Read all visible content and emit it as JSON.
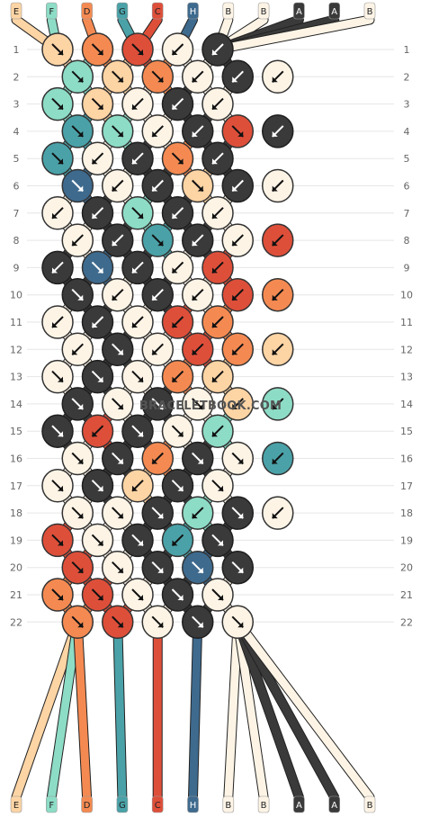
{
  "title": "",
  "watermark": "BRACELETBOOK.COM",
  "colors": {
    "E": "#fdd4a4",
    "F": "#8ddcc6",
    "D": "#f48a52",
    "G": "#4aa2a8",
    "C": "#de4f3a",
    "H": "#3e6a8e",
    "B": "#fdf4e6",
    "A": "#3a3a3a"
  },
  "strings_top": [
    "E",
    "F",
    "D",
    "G",
    "C",
    "H",
    "B",
    "B",
    "A",
    "A",
    "B"
  ],
  "strings_bottom": [
    "E",
    "F",
    "D",
    "G",
    "C",
    "H",
    "B",
    "B",
    "A",
    "A",
    "B"
  ],
  "row_labels": [
    "1",
    "2",
    "3",
    "4",
    "5",
    "6",
    "7",
    "8",
    "9",
    "10",
    "11",
    "12",
    "13",
    "14",
    "15",
    "16",
    "17",
    "18",
    "19",
    "20",
    "21",
    "22"
  ],
  "knots": [
    [
      {
        "c": "E",
        "d": "se"
      },
      {
        "c": "D",
        "d": "se"
      },
      {
        "c": "C",
        "d": "se"
      },
      {
        "c": "B",
        "d": "sw"
      },
      {
        "c": "A",
        "d": "sw"
      }
    ],
    [
      {
        "c": "F",
        "d": "se"
      },
      {
        "c": "E",
        "d": "se"
      },
      {
        "c": "D",
        "d": "se"
      },
      {
        "c": "B",
        "d": "sw"
      },
      {
        "c": "A",
        "d": "sw"
      },
      {
        "c": "B",
        "d": "sw"
      }
    ],
    [
      {
        "c": "F",
        "d": "se"
      },
      {
        "c": "E",
        "d": "se"
      },
      {
        "c": "B",
        "d": "sw"
      },
      {
        "c": "A",
        "d": "sw"
      },
      {
        "c": "B",
        "d": "sw"
      }
    ],
    [
      {
        "c": "G",
        "d": "se"
      },
      {
        "c": "F",
        "d": "se"
      },
      {
        "c": "B",
        "d": "sw"
      },
      {
        "c": "A",
        "d": "sw"
      },
      {
        "c": "C",
        "d": "se"
      },
      {
        "c": "A",
        "d": "sw"
      }
    ],
    [
      {
        "c": "G",
        "d": "se"
      },
      {
        "c": "B",
        "d": "sw"
      },
      {
        "c": "A",
        "d": "sw"
      },
      {
        "c": "D",
        "d": "se"
      },
      {
        "c": "A",
        "d": "sw"
      }
    ],
    [
      {
        "c": "H",
        "d": "se"
      },
      {
        "c": "B",
        "d": "sw"
      },
      {
        "c": "A",
        "d": "sw"
      },
      {
        "c": "E",
        "d": "se"
      },
      {
        "c": "A",
        "d": "sw"
      },
      {
        "c": "B",
        "d": "sw"
      }
    ],
    [
      {
        "c": "B",
        "d": "sw"
      },
      {
        "c": "A",
        "d": "sw"
      },
      {
        "c": "F",
        "d": "se"
      },
      {
        "c": "A",
        "d": "sw"
      },
      {
        "c": "B",
        "d": "sw"
      }
    ],
    [
      {
        "c": "B",
        "d": "sw"
      },
      {
        "c": "A",
        "d": "sw"
      },
      {
        "c": "G",
        "d": "se"
      },
      {
        "c": "A",
        "d": "sw"
      },
      {
        "c": "B",
        "d": "sw"
      },
      {
        "c": "C",
        "d": "sw"
      }
    ],
    [
      {
        "c": "A",
        "d": "sw"
      },
      {
        "c": "H",
        "d": "se"
      },
      {
        "c": "A",
        "d": "sw"
      },
      {
        "c": "B",
        "d": "sw"
      },
      {
        "c": "C",
        "d": "sw"
      }
    ],
    [
      {
        "c": "A",
        "d": "se"
      },
      {
        "c": "B",
        "d": "sw"
      },
      {
        "c": "A",
        "d": "sw"
      },
      {
        "c": "B",
        "d": "sw"
      },
      {
        "c": "C",
        "d": "sw"
      },
      {
        "c": "D",
        "d": "sw"
      }
    ],
    [
      {
        "c": "B",
        "d": "sw"
      },
      {
        "c": "A",
        "d": "sw"
      },
      {
        "c": "B",
        "d": "sw"
      },
      {
        "c": "C",
        "d": "sw"
      },
      {
        "c": "D",
        "d": "sw"
      }
    ],
    [
      {
        "c": "B",
        "d": "sw"
      },
      {
        "c": "A",
        "d": "se"
      },
      {
        "c": "B",
        "d": "sw"
      },
      {
        "c": "C",
        "d": "sw"
      },
      {
        "c": "D",
        "d": "sw"
      },
      {
        "c": "E",
        "d": "sw"
      }
    ],
    [
      {
        "c": "B",
        "d": "se"
      },
      {
        "c": "A",
        "d": "se"
      },
      {
        "c": "B",
        "d": "se"
      },
      {
        "c": "D",
        "d": "sw"
      },
      {
        "c": "E",
        "d": "sw"
      }
    ],
    [
      {
        "c": "A",
        "d": "se"
      },
      {
        "c": "B",
        "d": "se"
      },
      {
        "c": "A",
        "d": "se"
      },
      {
        "c": "B",
        "d": "se"
      },
      {
        "c": "E",
        "d": "sw"
      },
      {
        "c": "F",
        "d": "sw"
      }
    ],
    [
      {
        "c": "A",
        "d": "se"
      },
      {
        "c": "C",
        "d": "sw"
      },
      {
        "c": "A",
        "d": "se"
      },
      {
        "c": "B",
        "d": "se"
      },
      {
        "c": "F",
        "d": "sw"
      }
    ],
    [
      {
        "c": "B",
        "d": "se"
      },
      {
        "c": "A",
        "d": "se"
      },
      {
        "c": "D",
        "d": "sw"
      },
      {
        "c": "A",
        "d": "se"
      },
      {
        "c": "B",
        "d": "se"
      },
      {
        "c": "G",
        "d": "sw"
      }
    ],
    [
      {
        "c": "B",
        "d": "se"
      },
      {
        "c": "A",
        "d": "se"
      },
      {
        "c": "E",
        "d": "sw"
      },
      {
        "c": "A",
        "d": "se"
      },
      {
        "c": "B",
        "d": "se"
      }
    ],
    [
      {
        "c": "B",
        "d": "se"
      },
      {
        "c": "B",
        "d": "se"
      },
      {
        "c": "A",
        "d": "se"
      },
      {
        "c": "F",
        "d": "sw"
      },
      {
        "c": "A",
        "d": "se"
      },
      {
        "c": "B",
        "d": "sw"
      }
    ],
    [
      {
        "c": "C",
        "d": "se"
      },
      {
        "c": "B",
        "d": "se"
      },
      {
        "c": "A",
        "d": "se"
      },
      {
        "c": "G",
        "d": "sw"
      },
      {
        "c": "A",
        "d": "se"
      }
    ],
    [
      {
        "c": "C",
        "d": "se"
      },
      {
        "c": "B",
        "d": "se"
      },
      {
        "c": "A",
        "d": "se"
      },
      {
        "c": "H",
        "d": "se"
      },
      {
        "c": "A",
        "d": "se"
      }
    ],
    [
      {
        "c": "D",
        "d": "se"
      },
      {
        "c": "C",
        "d": "se"
      },
      {
        "c": "B",
        "d": "se"
      },
      {
        "c": "A",
        "d": "se"
      },
      {
        "c": "B",
        "d": "se"
      }
    ],
    [
      {
        "c": "D",
        "d": "se"
      },
      {
        "c": "C",
        "d": "se"
      },
      {
        "c": "B",
        "d": "se"
      },
      {
        "c": "A",
        "d": "se"
      },
      {
        "c": "B",
        "d": "se"
      }
    ]
  ]
}
